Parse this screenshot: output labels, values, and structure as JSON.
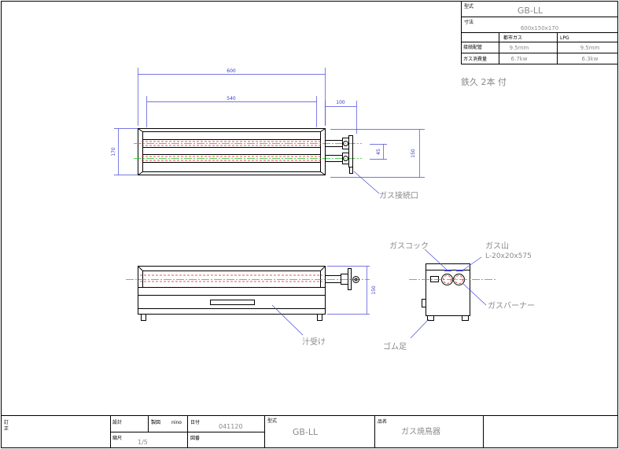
{
  "spec_table": {
    "model_label": "型式",
    "model_value": "GB-LL",
    "size_label": "寸法",
    "size_value": "600x150x170",
    "col_city_gas": "都市ガス",
    "col_lpg": "LPG",
    "conn_label": "接続配管",
    "conn_city": "9.5mm",
    "conn_lpg": "9.5mm",
    "consume_label": "ガス消費量",
    "consume_city": "6.7kw",
    "consume_lpg": "6.3kw"
  },
  "note": "鉄久 2本 付",
  "dimensions": {
    "overall_width": "600",
    "inner_width": "540",
    "pipe_extension": "100",
    "height_left": "170",
    "pipe_pitch": "45",
    "height_right": "150",
    "front_height": "150"
  },
  "callouts": {
    "gas_connection": "ガス接続口",
    "gas_cock": "ガスコック",
    "gas_pipe": "ガス山",
    "gas_pipe_size": "L-20x20x575",
    "gas_burner": "ガスバーナー",
    "drip_tray": "汁受け",
    "rubber_foot": "ゴム足"
  },
  "title_block": {
    "revision_label_1": "訂",
    "revision_label_2": "正",
    "design_label": "設計",
    "drafting_label": "製図",
    "drafter": "nino",
    "date_label": "日付",
    "date_value": "041120",
    "scale_label": "縮尺",
    "scale_value": "1/5",
    "drawing_no_label": "図番",
    "model_label": "型式",
    "model_value": "GB-LL",
    "product_label": "品名",
    "product_value": "ガス焼鳥器"
  }
}
